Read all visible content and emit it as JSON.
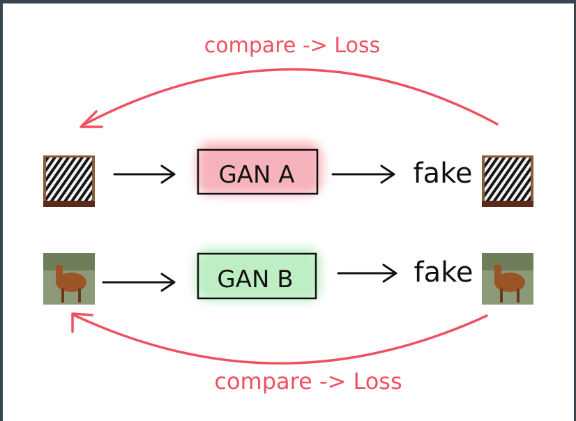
{
  "top_label": "compare -> Loss",
  "bottom_label": "compare -> Loss",
  "gan_a": "GAN A",
  "gan_b": "GAN B",
  "fake_a": "fake",
  "fake_b": "fake",
  "colors": {
    "red": "#f0505e",
    "pink": "#f7b3bb",
    "green": "#bdeec4",
    "ink": "#111111",
    "frame": "#36454f"
  },
  "images": {
    "zebra": "zebra-photo",
    "horse": "horse-photo"
  }
}
